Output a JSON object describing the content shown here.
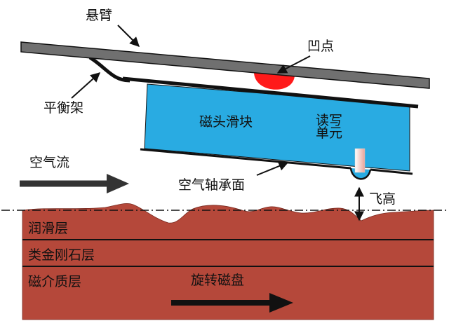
{
  "labels": {
    "suspension_arm": "悬臂",
    "dimple": "凹点",
    "gimbal": "平衡架",
    "slider": "磁头滑块",
    "rw_element_line1": "读写",
    "rw_element_line2": "单元",
    "airflow": "空气流",
    "air_bearing_surface": "空气轴承面",
    "fly_height": "飞高",
    "lubricant_layer": "润滑层",
    "dlc_layer": "类金刚石层",
    "magnetic_media_layer": "磁介质层",
    "rotating_disk": "旋转磁盘"
  },
  "colors": {
    "arm": "#707070",
    "slider": "#29abe2",
    "dimple": "#ff0000",
    "disk": "#b5483a",
    "rw_element": "#f2c6c0",
    "line": "#111111"
  }
}
